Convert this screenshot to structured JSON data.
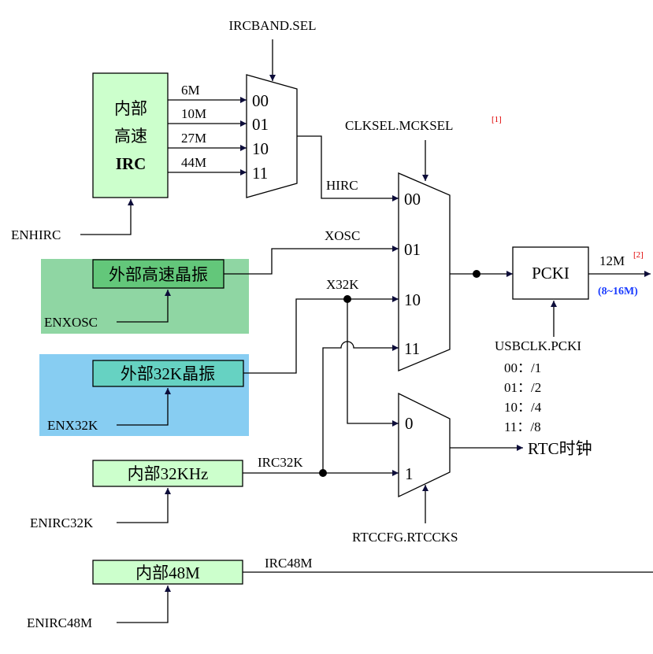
{
  "colors": {
    "block_fill": "#ccffcc",
    "xosc_region": "#8fd6a3",
    "xosc_block": "#63c77a",
    "x32k_region": "#87cdf2",
    "x32k_block": "#66d2c2",
    "arrow": "#0d0d3a",
    "footnote": "#e00000",
    "range_text": "#1a3cff"
  },
  "blocks": {
    "hirc": {
      "line1": "内部",
      "line2": "高速",
      "line3": "IRC"
    },
    "xosc": "外部高速晶振",
    "x32k": "外部32K晶振",
    "irc32k": "内部32KHz",
    "irc48m": "内部48M",
    "pcki": "PCKI"
  },
  "enables": {
    "hirc": "ENHIRC",
    "xosc": "ENXOSC",
    "x32k": "ENX32K",
    "irc32k": "ENIRC32K",
    "irc48m": "ENIRC48M"
  },
  "band_mux": {
    "select": "IRCBAND.SEL",
    "inputs": [
      "00",
      "01",
      "10",
      "11"
    ],
    "freqs": [
      "6M",
      "10M",
      "27M",
      "44M"
    ]
  },
  "clk_mux": {
    "select": "CLKSEL.MCKSEL",
    "select_note": "[1]",
    "inputs": [
      "00",
      "01",
      "10",
      "11"
    ]
  },
  "rtc_mux": {
    "select": "RTCCFG.RTCCKS",
    "inputs": [
      "0",
      "1"
    ],
    "output": "RTC时钟"
  },
  "signals": {
    "hirc": "HIRC",
    "xosc": "XOSC",
    "x32k": "X32K",
    "irc32k": "IRC32K",
    "irc48m": "IRC48M"
  },
  "pcki": {
    "output": "12M",
    "output_note": "[2]",
    "range": "(8~16M)",
    "select": "USBCLK.PCKI",
    "dividers": [
      "00：/1",
      "01：/2",
      "10：/4",
      "11：/8"
    ]
  }
}
